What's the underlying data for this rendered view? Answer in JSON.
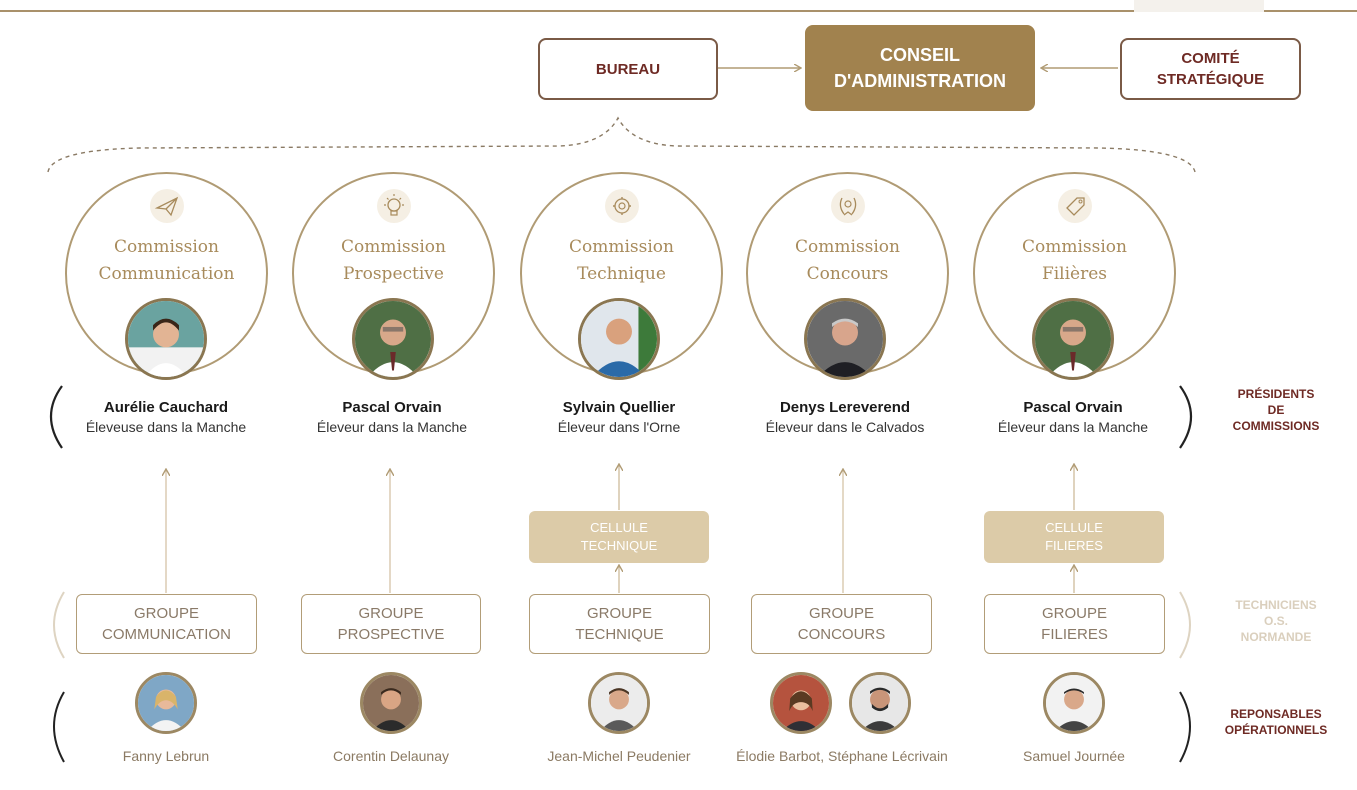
{
  "top": {
    "bureau": "BUREAU",
    "conseil": "CONSEIL\nD'ADMINISTRATION",
    "comite": "COMITÉ\nSTRATÉGIQUE"
  },
  "commissions": [
    {
      "title": "Commission\nCommunication",
      "icon": "paper-plane-icon",
      "president": "Aurélie Cauchard",
      "role": "Éleveuse dans la Manche",
      "groupe": "GROUPE\nCOMMUNICATION",
      "cellule": "",
      "responsables": "Fanny Lebrun"
    },
    {
      "title": "Commission\nProspective",
      "icon": "lightbulb-icon",
      "president": "Pascal Orvain",
      "role": "Éleveur dans la Manche",
      "groupe": "GROUPE\nPROSPECTIVE",
      "cellule": "",
      "responsables": "Corentin Delaunay"
    },
    {
      "title": "Commission\nTechnique",
      "icon": "gear-icon",
      "president": "Sylvain Quellier",
      "role": "Éleveur dans l'Orne",
      "groupe": "GROUPE\nTECHNIQUE",
      "cellule": "CELLULE\nTECHNIQUE",
      "responsables": "Jean-Michel Peudenier"
    },
    {
      "title": "Commission\nConcours",
      "icon": "laurel-wreath-icon",
      "president": "Denys Lereverend",
      "role": "Éleveur dans le Calvados",
      "groupe": "GROUPE\nCONCOURS",
      "cellule": "",
      "responsables": "Élodie Barbot, Stéphane Lécrivain"
    },
    {
      "title": "Commission\nFilières",
      "icon": "tag-icon",
      "president": "Pascal Orvain",
      "role": "Éleveur dans la Manche",
      "groupe": "GROUPE\nFILIERES",
      "cellule": "CELLULE\nFILIERES",
      "responsables": "Samuel Journée"
    }
  ],
  "side_labels": {
    "presidents": "PRÉSIDENTS\nDE\nCOMMISSIONS",
    "techniciens": "TECHNICIENS\nO.S.\nNORMANDE",
    "responsables": "REPONSABLES\nOPÉRATIONNELS"
  },
  "colors": {
    "accent": "#a1824e",
    "dark_red": "#6e2a24",
    "circle_border": "#b09b74",
    "cellule_fill": "#dccba8"
  }
}
